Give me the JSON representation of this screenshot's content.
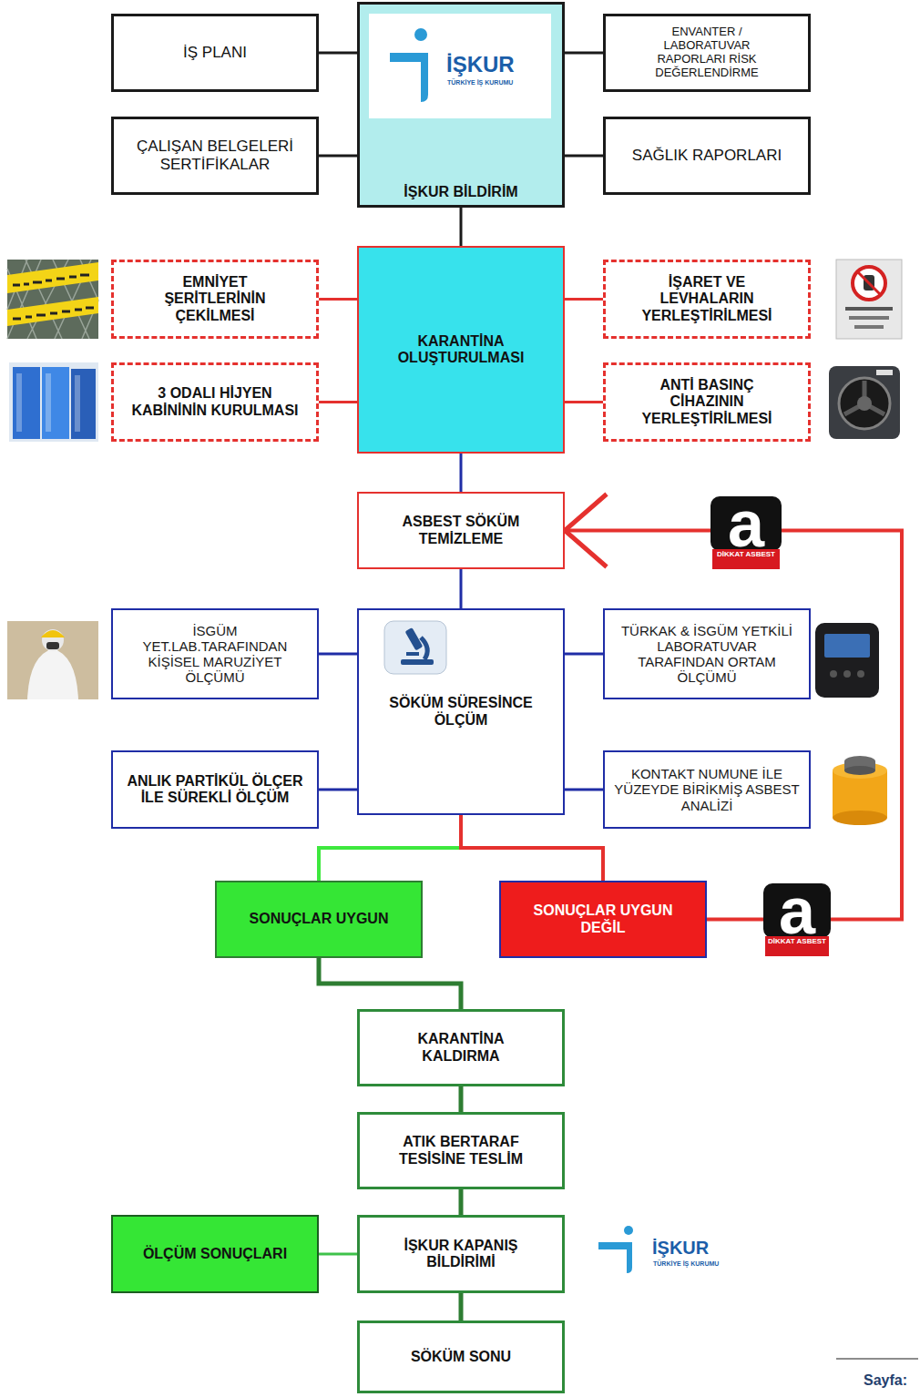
{
  "diagram": {
    "nodes": [
      {
        "text": [
          "İŞ PLANI"
        ]
      },
      {
        "text": [
          "İŞKUR BİLDİRİM"
        ]
      },
      {
        "text": [
          "ENVANTER / LABORATUVAR RAPORLARI RİSK DEĞERLENDİRME"
        ]
      },
      {
        "text": [
          "ÇALIŞAN BELGELERİ SERTİFİKALAR"
        ]
      },
      {
        "text": [
          "SAĞLIK RAPORLARI"
        ]
      },
      {
        "text": [
          "EMNİYET ŞERİTLERİNİN ÇEKİLMESİ"
        ]
      },
      {
        "text": [
          "KARANTİNA OLUŞTURULMASI"
        ]
      },
      {
        "text": [
          "İŞARET VE LEVHALARIN YERLEŞTİRİLMESİ"
        ]
      },
      {
        "text": [
          "3 ODALI HİJYEN KABİNİNİN KURULMASI"
        ]
      },
      {
        "text": [
          "ANTİ BASINÇ CİHAZININ YERLEŞTİRİLMESİ"
        ]
      },
      {
        "text": [
          "ASBEST SÖKÜM TEMİZLEME"
        ]
      },
      {
        "text": [
          "İSGÜM YET.LAB.TARAFINDAN KİŞİSEL MARUZİYET ÖLÇÜMÜ"
        ]
      },
      {
        "text": [
          "SÖKÜM SÜRESİNCE ÖLÇÜM"
        ]
      },
      {
        "text": [
          "TÜRKAK & İSGÜM YETKİLİ LABORATUVAR TARAFINDAN ORTAM ÖLÇÜMÜ"
        ]
      },
      {
        "text": [
          "ANLIK PARTİKÜL ÖLÇER İLE SÜREKLİ ÖLÇÜM"
        ]
      },
      {
        "text": [
          "KONTAKT NUMUNE İLE YÜZEYDE BİRİKMİŞ ASBEST ANALİZİ"
        ]
      },
      {
        "text": [
          "SONUÇLAR UYGUN"
        ]
      },
      {
        "text": [
          "SONUÇLAR UYGUN DEĞİL"
        ]
      },
      {
        "text": [
          "KARANTİNA KALDIRMA"
        ]
      },
      {
        "text": [
          "ATIK BERTARAF TESİSİNE TESLİM"
        ]
      },
      {
        "text": [
          "ÖLÇÜM SONUÇLARI"
        ]
      },
      {
        "text": [
          "İŞKUR KAPANIŞ BİLDİRİMİ"
        ]
      },
      {
        "text": [
          "SÖKÜM SONU"
        ]
      }
    ],
    "edges": [
      {
        "from": 0,
        "to": 1,
        "arrow": "none"
      },
      {
        "from": 1,
        "to": 2,
        "arrow": "none"
      },
      {
        "from": 3,
        "to": 1,
        "arrow": "none"
      },
      {
        "from": 1,
        "to": 4,
        "arrow": "none"
      },
      {
        "from": 1,
        "to": 6,
        "arrow": "none"
      },
      {
        "from": 5,
        "to": 6,
        "arrow": "none"
      },
      {
        "from": 6,
        "to": 7,
        "arrow": "none"
      },
      {
        "from": 8,
        "to": 6,
        "arrow": "none"
      },
      {
        "from": 6,
        "to": 9,
        "arrow": "none"
      },
      {
        "from": 6,
        "to": 10,
        "arrow": "none"
      },
      {
        "from": 10,
        "to": 12,
        "arrow": "none"
      },
      {
        "from": 11,
        "to": 12,
        "arrow": "none"
      },
      {
        "from": 12,
        "to": 13,
        "arrow": "none"
      },
      {
        "from": 14,
        "to": 12,
        "arrow": "none"
      },
      {
        "from": 12,
        "to": 15,
        "arrow": "none"
      },
      {
        "from": 12,
        "to": 16,
        "arrow": "none"
      },
      {
        "from": 12,
        "to": 17,
        "arrow": "none"
      },
      {
        "from": 17,
        "to": 10,
        "arrow": "to"
      },
      {
        "from": 16,
        "to": 18,
        "arrow": "none"
      },
      {
        "from": 18,
        "to": 19,
        "arrow": "none"
      },
      {
        "from": 19,
        "to": 21,
        "arrow": "none"
      },
      {
        "from": 20,
        "to": 21,
        "arrow": "none"
      },
      {
        "from": 21,
        "to": 22,
        "arrow": "none"
      }
    ],
    "labels": [
      "İŞKUR",
      "TÜRKİYE İŞ KURUMU",
      "a",
      "DİKKAT ASBEST",
      "a",
      "DİKKAT ASBEST",
      "İŞKUR",
      "TÜRKİYE İŞ KURUMU",
      "Sayfa:"
    ]
  }
}
